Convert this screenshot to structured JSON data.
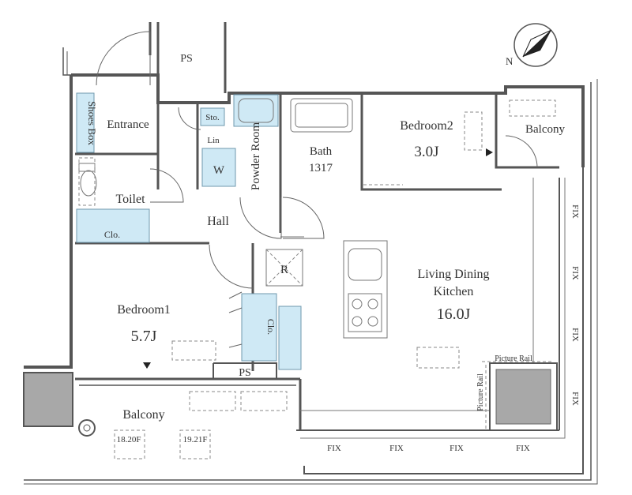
{
  "rooms": {
    "ps_top": "PS",
    "shoes_box": "Shoes Box",
    "entrance": "Entrance",
    "sto": "Sto.",
    "lin": "Lin",
    "w": "W",
    "powder_room": "Powder Room",
    "bath": "Bath",
    "bath_size": "1317",
    "bedroom2": "Bedroom2",
    "bedroom2_size": "3.0J",
    "balcony_right": "Balcony",
    "toilet": "Toilet",
    "clo_left": "Clo.",
    "hall": "Hall",
    "r": "R",
    "ldk_line1": "Living Dining",
    "ldk_line2": "Kitchen",
    "ldk_size": "16.0J",
    "bedroom1": "Bedroom1",
    "bedroom1_size": "5.7J",
    "clo_center": "Clo.",
    "ps_bottom": "PS",
    "balcony_bottom": "Balcony",
    "floor_a": "18.20F",
    "floor_b": "19.21F",
    "picture_rail_top": "Picture Rail",
    "picture_rail_side": "Picture Rail"
  },
  "fix_labels": [
    "FIX",
    "FIX",
    "FIX",
    "FIX",
    "FIX",
    "FIX",
    "FIX",
    "FIX"
  ],
  "compass": {
    "label": "N"
  }
}
